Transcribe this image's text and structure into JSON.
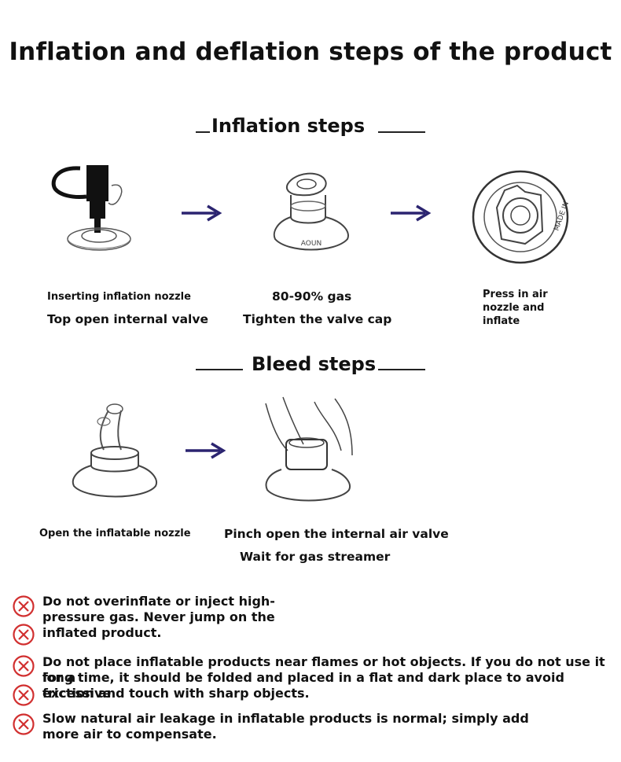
{
  "title": "Inflation and deflation steps of the product",
  "inflation": {
    "heading": "Inflation steps",
    "steps": [
      {
        "line1": "Inserting inflation nozzle",
        "line2": "Top open internal valve"
      },
      {
        "line1": "80-90% gas",
        "line2": "Tighten the valve cap"
      },
      {
        "line1": "Press in air",
        "line2": "nozzle and",
        "line3": "inflate"
      }
    ],
    "valve_text": "MADE IN",
    "valve_text2": "AOUN"
  },
  "bleed": {
    "heading": "Bleed steps",
    "steps": [
      {
        "line1": "Open the inflatable nozzle"
      },
      {
        "line1": "Pinch open the internal air valve",
        "line2": "Wait for gas streamer"
      }
    ]
  },
  "warnings": [
    {
      "lines": [
        "Do not overinflate or inject high-",
        "pressure gas. Never jump on the",
        "inflated product."
      ]
    },
    {
      "lines": [
        "Do not place inflatable products near flames or hot objects. If you do not use it for a",
        "long time, it should be folded and placed in a flat and dark place to avoid excessive",
        "friction and touch with sharp objects."
      ]
    },
    {
      "lines": [
        "Slow natural air leakage in inflatable products is normal; simply add",
        "more air to compensate."
      ]
    }
  ],
  "colors": {
    "arrow": "#2b2470",
    "warn_icon": "#d12f2f"
  }
}
